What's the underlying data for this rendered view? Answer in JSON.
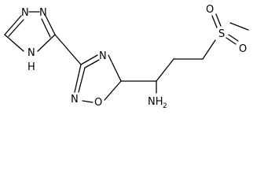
{
  "molecule": {
    "atoms": {
      "n_triazole_n1": "N",
      "n_triazole_n2": "N",
      "n_triazole_nh": "N",
      "h_triazole_nh": "H",
      "n_oxadiazole_n4": "N",
      "n_oxadiazole_n2": "N",
      "o_oxadiazole": "O",
      "n_amine": "NH",
      "h_amine_sub": "2",
      "s_sulfonyl": "S",
      "o_sulfonyl_top": "O",
      "o_sulfonyl_bottom": "O"
    },
    "colors": {
      "bond": "#000000",
      "text": "#000000",
      "background": "#ffffff"
    }
  }
}
